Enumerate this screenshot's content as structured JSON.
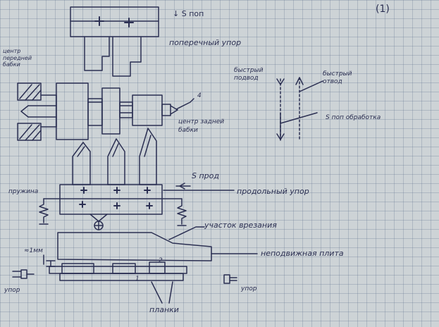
{
  "labels": {
    "page_number": "(1)",
    "s_pop": "↓ S поп",
    "transverse_stop": "поперечный упор",
    "headstock_center": "центр передней бабки",
    "fast_approach": "быстрый подвод",
    "fast_retract": "быстрый отвод",
    "s_pop_machining": "S поп обработка",
    "tailstock_center": "центр задней бабки",
    "label_4": "4",
    "s_prod": "S прод",
    "spring": "пружина",
    "longitudinal_stop": "продольный упор",
    "plunge_section": "участок врезания",
    "gap_1mm": "≈1мм",
    "fixed_plate": "неподвижная плита",
    "label_2": "2",
    "label_1": "1",
    "stop_left": "упор",
    "stop_right": "упор",
    "plates": "планки"
  },
  "colors": {
    "ink": "#2b2f52",
    "paper": "#cdd3d6"
  }
}
